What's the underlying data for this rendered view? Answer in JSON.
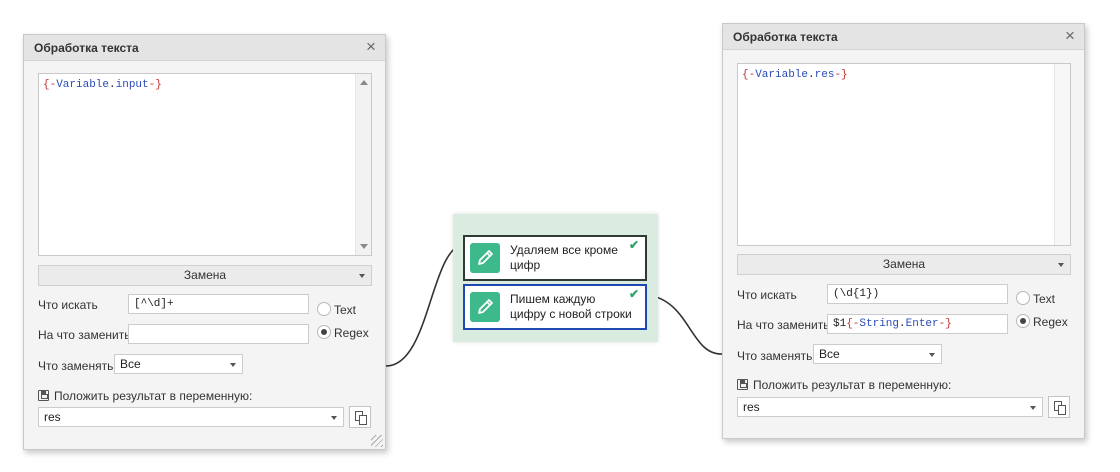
{
  "left_panel": {
    "title": "Обработка текста",
    "editor_text": {
      "open": "{-",
      "var": "Variable",
      "dot": ".",
      "name": "input",
      "close": "-}"
    },
    "mode": "Замена",
    "find_label": "Что искать",
    "find_value": "[^\\d]+",
    "replace_label": "На что заменить",
    "replace_value": "",
    "radio_text": "Text",
    "radio_regex": "Regex",
    "selected_mode": "Regex",
    "what_replace_label": "Что заменять",
    "what_replace_value": "Все",
    "save_label": "Положить результат в переменную:",
    "result_var": "res"
  },
  "right_panel": {
    "title": "Обработка текста",
    "editor_text": {
      "open": "{-",
      "var": "Variable",
      "dot": ".",
      "name": "res",
      "close": "-}"
    },
    "mode": "Замена",
    "find_label": "Что искать",
    "find_value": "(\\d{1})",
    "replace_label": "На что заменить",
    "replace_value_parts": {
      "prefix": "$1",
      "open": "{-",
      "var": "String",
      "dot": ".",
      "name": "Enter",
      "close": "-}"
    },
    "radio_text": "Text",
    "radio_regex": "Regex",
    "selected_mode": "Regex",
    "what_replace_label": "Что заменять",
    "what_replace_value": "Все",
    "save_label": "Положить результат в переменную:",
    "result_var": "res"
  },
  "nodes": [
    {
      "label": "Удаляем все кроме цифр",
      "status": "success"
    },
    {
      "label": "Пишем каждую цифру с новой строки",
      "status": "success"
    }
  ],
  "icons": {
    "close": "close-icon",
    "node": "pencil-icon",
    "check": "check-icon",
    "save": "save-icon",
    "copy": "copy-icon"
  },
  "colors": {
    "node_icon_bg": "#3db98b",
    "group_bg": "#d9ecdf",
    "selected_border": "#1f48b0",
    "brace": "#c03030",
    "keyword": "#2a4cb8"
  }
}
